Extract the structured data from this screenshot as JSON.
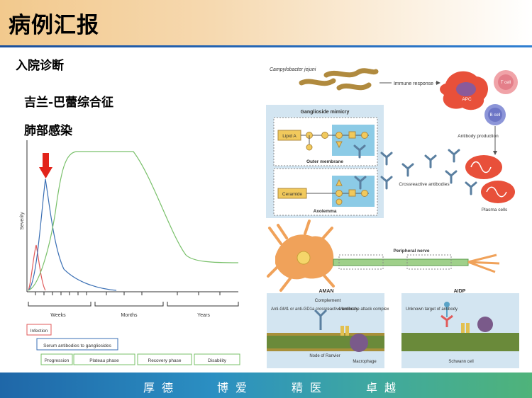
{
  "slide": {
    "title": "病例汇报",
    "heading": "入院诊断",
    "items": [
      "吉兰-巴蕾综合征",
      "肺部感染"
    ],
    "motto": [
      "厚德",
      "博爱",
      "精医",
      "卓越"
    ]
  },
  "severity_chart": {
    "ylabel": "Severity",
    "time_scales": [
      "Weeks",
      "Months",
      "Years"
    ],
    "phase_boxes": {
      "infection": "Infection",
      "antibodies": "Serum antibodies to gangliosides",
      "progression": "Progression",
      "plateau": "Plateau phase",
      "recovery": "Recovery phase",
      "disability": "Disability"
    },
    "colors": {
      "infection": "#e05a5a",
      "antibodies": "#3a6fb4",
      "disability": "#79c06a",
      "arrow": "#e2231a"
    }
  },
  "pathogenesis": {
    "bacterium": "Campylobacter jejuni",
    "immune_response": "Immune response",
    "apc": "APC",
    "t_cell": "T cell",
    "b_cell": "B cell",
    "antibody_production": "Antibody production",
    "ganglioside_mimicry": "Ganglioside mimicry",
    "lipid_a": "Lipid A",
    "outer_membrane": "Outer membrane",
    "ceramide": "Ceramide",
    "axolemma": "Axolemma",
    "crossreactive": "Crossreactive antibodies",
    "plasma_cells": "Plasma cells",
    "peripheral_nerve": "Peripheral nerve",
    "aman": "AMAN",
    "aidp": "AIDP",
    "complement": "Complement",
    "anti_gm1": "Anti-GM1 or anti-GD1a crossreactive antibody",
    "mac": "Membrane attack complex",
    "node": "Node of Ranvier",
    "macrophage": "Macrophage",
    "unknown_target": "Unknown target of antibody",
    "schwann": "Schwann cell"
  }
}
